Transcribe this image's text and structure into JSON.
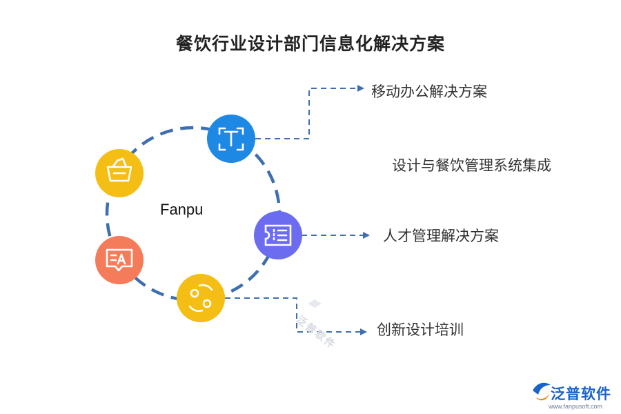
{
  "title": "餐饮行业设计部门信息化解决方案",
  "center_label": "Fanpu",
  "items": [
    {
      "id": "t",
      "label": "移动办公解决方案",
      "color": "#1E88E5",
      "icon": "text-frame-icon"
    },
    {
      "id": "ticket",
      "label": "人才管理解决方案",
      "color": "#6C6CF0",
      "icon": "ticket-icon"
    },
    {
      "id": "loop",
      "label": "创新设计培训",
      "color": "#F5BE14",
      "icon": "cycle-icon"
    },
    {
      "id": "translate",
      "label": "",
      "color": "#F47C5A",
      "icon": "translate-bubble-icon"
    },
    {
      "id": "basket",
      "label": "",
      "color": "#F5BE14",
      "icon": "basket-icon"
    }
  ],
  "floating_label": "设计与餐饮管理系统集成",
  "watermark": "泛普软件",
  "logo": {
    "name": "泛普软件",
    "url": "www.fanpusoft.com"
  },
  "colors": {
    "ring": "#3D6FB0",
    "arrow": "#3D6FB0"
  }
}
